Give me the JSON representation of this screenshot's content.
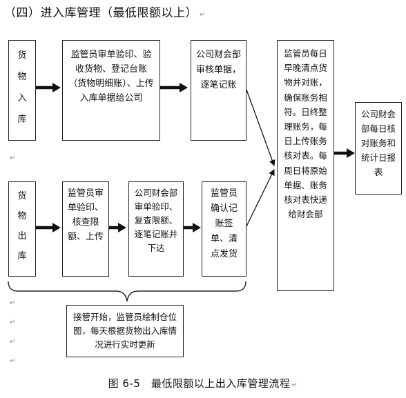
{
  "heading": "（四）进入库管理（最低限额以上）",
  "boxes": {
    "goods_in": "货\n物\n入\n库",
    "supervisor_in": "监管员审单验印、验收货物、登记台账（货物明细账）、上传入库单据给公司",
    "finance_in": "公司财会部审核单据，逐笔记账",
    "supervisor_daily": "监管员每日早晚清点货物并对账，确保账务相符。日终整理账务，每日上传账务核对表。每周日将原始单据、账务核对表快递给财会部",
    "finance_check": "公司财会部每日核对账务和统计日报表",
    "goods_out": "货\n物\n出\n库",
    "supervisor_out": "监管员审单验印、核查限额、上传",
    "finance_out": "公司财会部审单验印、复查限额、逐笔记账并下达",
    "supervisor_confirm": "监管员确认记账签单、清点发货",
    "handover": "接管开始，监管员绘制仓位图，每天根据货物出入库情况进行实时更新"
  },
  "para_mark": "↵",
  "caption": "图 6-5　最低限额以上出入库管理流程"
}
